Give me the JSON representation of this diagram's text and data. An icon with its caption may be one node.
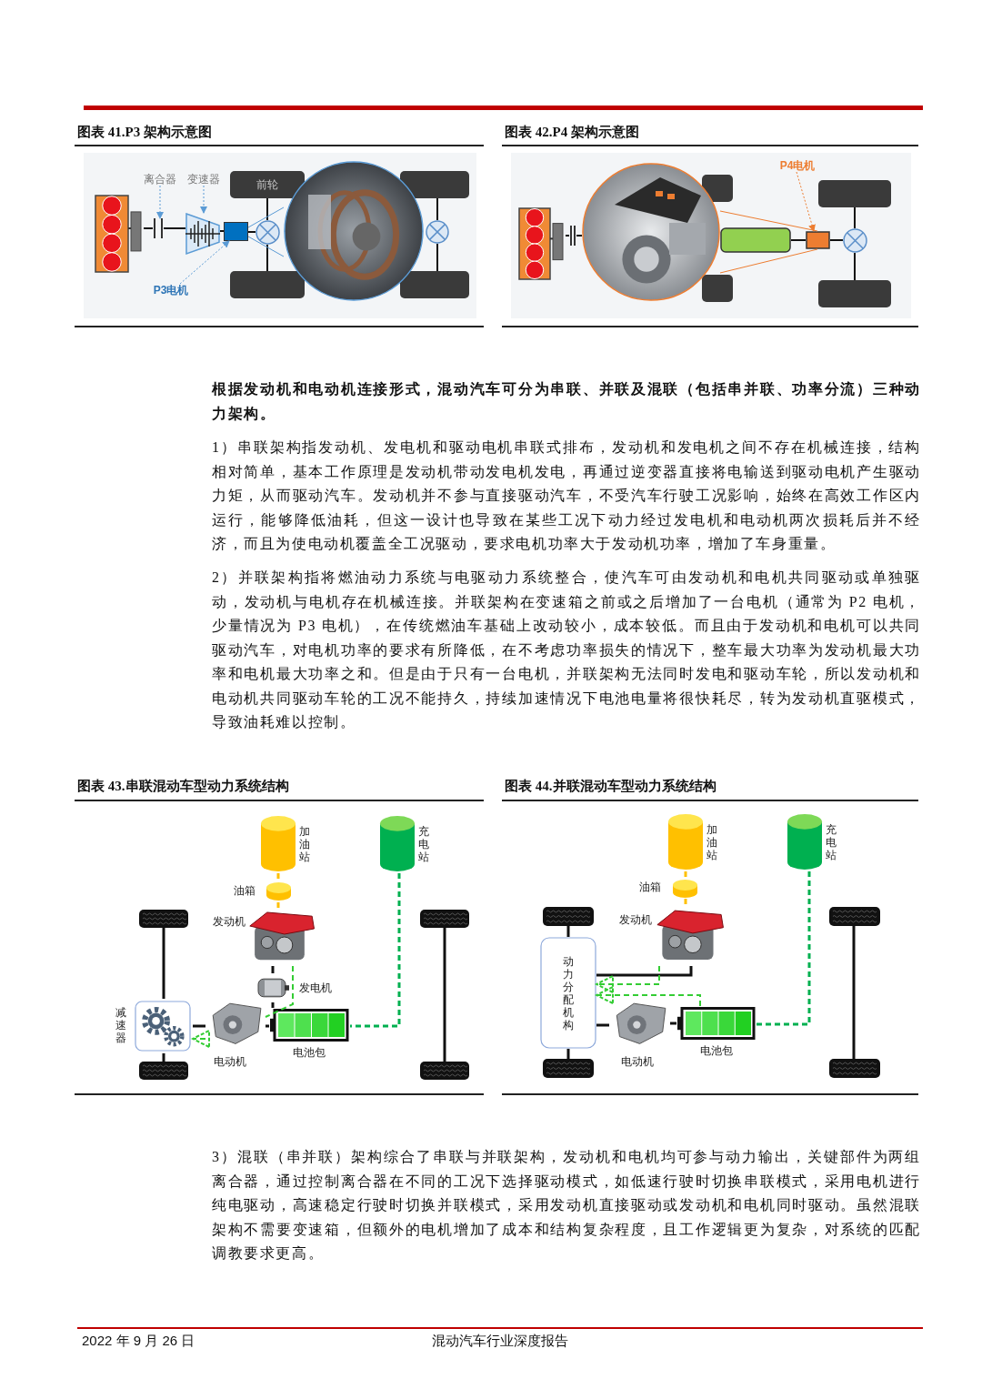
{
  "diagram": {
    "nodes": [
      {
        "text": [],
        "shape": "box"
      },
      {
        "text": [],
        "shape": "bar"
      },
      {
        "text": [],
        "shape": "box"
      },
      {
        "text": [],
        "shape": "box"
      },
      {
        "text": [],
        "shape": "circle"
      },
      {
        "text": [
          "前轮"
        ]
      },
      {
        "text": [],
        "shape": "box"
      },
      {
        "text": [],
        "shape": "picture"
      },
      {
        "text": [],
        "shape": "box"
      },
      {
        "text": [],
        "shape": "box"
      },
      {
        "text": [],
        "shape": "circle"
      },
      {
        "text": [
          "离合器"
        ]
      },
      {
        "text": [
          "变速器"
        ]
      },
      {
        "text": [
          "P3电机"
        ]
      },
      {
        "text": [],
        "shape": "box"
      },
      {
        "text": [],
        "shape": "bar"
      },
      {
        "text": [],
        "shape": "picture"
      },
      {
        "text": [],
        "shape": "box"
      },
      {
        "text": [],
        "shape": "box"
      },
      {
        "text": [],
        "shape": "circle"
      },
      {
        "text": [],
        "shape": "box"
      },
      {
        "text": [],
        "shape": "box"
      },
      {
        "text": [
          "P4电机"
        ]
      },
      {
        "text": [],
        "shape": "box"
      },
      {
        "text": [],
        "shape": "box"
      },
      {
        "text": [
          "加油站"
        ]
      },
      {
        "text": [
          "油箱"
        ]
      },
      {
        "text": [
          "发动机"
        ]
      },
      {
        "text": [
          "发电机"
        ]
      },
      {
        "text": [
          "电动机"
        ]
      },
      {
        "text": [
          "电池包"
        ]
      },
      {
        "text": [
          "减速器"
        ]
      },
      {
        "text": [
          "充电站"
        ]
      },
      {
        "text": [],
        "shape": "wheel"
      },
      {
        "text": [],
        "shape": "wheel"
      },
      {
        "text": [],
        "shape": "wheel"
      },
      {
        "text": [],
        "shape": "wheel"
      },
      {
        "text": [
          "加油站"
        ]
      },
      {
        "text": [
          "油箱"
        ]
      },
      {
        "text": [
          "发动机"
        ]
      },
      {
        "text": [
          "动力分配机构"
        ]
      },
      {
        "text": [
          "电动机"
        ]
      },
      {
        "text": [
          "电池包"
        ]
      },
      {
        "text": [
          "充电站"
        ]
      },
      {
        "text": [],
        "shape": "wheel"
      },
      {
        "text": [],
        "shape": "wheel"
      },
      {
        "text": [],
        "shape": "wheel"
      },
      {
        "text": [],
        "shape": "wheel"
      }
    ],
    "edges": [
      {
        "from": 0,
        "to": 1,
        "arrow": "none"
      },
      {
        "from": 1,
        "to": 2,
        "arrow": "none"
      },
      {
        "from": 2,
        "to": 3,
        "arrow": "none"
      },
      {
        "from": 3,
        "to": 4,
        "arrow": "none"
      },
      {
        "from": 4,
        "to": 5,
        "arrow": "none"
      },
      {
        "from": 4,
        "to": 6,
        "arrow": "none"
      },
      {
        "from": 8,
        "to": 10,
        "arrow": "none"
      },
      {
        "from": 10,
        "to": 9,
        "arrow": "none"
      },
      {
        "from": 3,
        "to": 7,
        "arrow": "none",
        "color": "#5b9bd5"
      },
      {
        "from": 11,
        "to": 1,
        "arrow": "to",
        "style": "dashed",
        "color": "#5b9bd5"
      },
      {
        "from": 12,
        "to": 2,
        "arrow": "to",
        "style": "dashed",
        "color": "#5b9bd5"
      },
      {
        "from": 13,
        "to": 3,
        "arrow": "to",
        "style": "dashed",
        "color": "#5b9bd5"
      },
      {
        "from": 14,
        "to": 15,
        "arrow": "none"
      },
      {
        "from": 15,
        "to": 16,
        "arrow": "none"
      },
      {
        "from": 17,
        "to": 18,
        "arrow": "none"
      },
      {
        "from": 18,
        "to": 19,
        "arrow": "none"
      },
      {
        "from": 19,
        "to": 20,
        "arrow": "none"
      },
      {
        "from": 19,
        "to": 21,
        "arrow": "none"
      },
      {
        "from": 18,
        "to": 16,
        "arrow": "none",
        "color": "#ed7d31"
      },
      {
        "from": 22,
        "to": 18,
        "arrow": "to",
        "style": "dashed",
        "color": "#ed7d31"
      },
      {
        "from": 25,
        "to": 26,
        "arrow": "none",
        "style": "dashed",
        "color": "#ffc000"
      },
      {
        "from": 26,
        "to": 27,
        "arrow": "none",
        "style": "dashed",
        "color": "#ffc000"
      },
      {
        "from": 27,
        "to": 28,
        "arrow": "none"
      },
      {
        "from": 28,
        "to": 30,
        "arrow": "none"
      },
      {
        "from": 30,
        "to": 29,
        "arrow": "none"
      },
      {
        "from": 29,
        "to": 31,
        "arrow": "none"
      },
      {
        "from": 33,
        "to": 31,
        "arrow": "none"
      },
      {
        "from": 31,
        "to": 34,
        "arrow": "none"
      },
      {
        "from": 35,
        "to": 36,
        "arrow": "none"
      },
      {
        "from": 32,
        "to": 30,
        "arrow": "none",
        "style": "dashed",
        "color": "#00b050"
      },
      {
        "from": 27,
        "to": 29,
        "arrow": "none",
        "style": "dashed",
        "color": "#33cc33"
      },
      {
        "from": 29,
        "to": 31,
        "arrow": "to",
        "style": "dashed",
        "color": "#33cc33"
      },
      {
        "from": 37,
        "to": 38,
        "arrow": "none",
        "style": "dashed",
        "color": "#ffc000"
      },
      {
        "from": 38,
        "to": 39,
        "arrow": "none",
        "style": "dashed",
        "color": "#ffc000"
      },
      {
        "from": 39,
        "to": 40,
        "arrow": "none"
      },
      {
        "from": 41,
        "to": 40,
        "arrow": "none"
      },
      {
        "from": 42,
        "to": 41,
        "arrow": "none"
      },
      {
        "from": 44,
        "to": 40,
        "arrow": "none"
      },
      {
        "from": 40,
        "to": 45,
        "arrow": "none"
      },
      {
        "from": 46,
        "to": 47,
        "arrow": "none"
      },
      {
        "from": 43,
        "to": 42,
        "arrow": "none",
        "style": "dashed",
        "color": "#00b050"
      },
      {
        "from": 39,
        "to": 40,
        "arrow": "to",
        "style": "dashed",
        "color": "#33cc33"
      },
      {
        "from": 42,
        "to": 40,
        "arrow": "to",
        "style": "dashed",
        "color": "#33cc33"
      },
      {
        "from": 3,
        "to": 7,
        "arrow": "none",
        "color": "#5b9bd5"
      },
      {
        "from": 18,
        "to": 16,
        "arrow": "none",
        "color": "#ed7d31"
      }
    ],
    "labels": [
      "图表 41.P3 架构示意图",
      "图表 42.P4 架构示意图",
      "根据发动机和电动机连接形式，混动汽车可分为串联、并联及混联（包括串并联、功率分流）三种动力架构。",
      "1）串联架构指发动机、发电机和驱动电机串联式排布，发动机和发电机之间不存在机械连接，结构相对简单，基本工作原理是发动机带动发电机发电，再通过逆变器直接将电输送到驱动电机产生驱动力矩，从而驱动汽车。发动机并不参与直接驱动汽车，不受汽车行驶工况影响，始终在高效工作区内运行，能够降低油耗，但这一设计也导致在某些工况下动力经过发电机和电动机两次损耗后并不经济，而且为使电动机覆盖全工况驱动，要求电机功率大于发动机功率，增加了车身重量。",
      "2）并联架构指将燃油动力系统与电驱动力系统整合，使汽车可由发动机和电机共同驱动或单独驱动，发动机与电机存在机械连接。并联架构在变速箱之前或之后增加了一台电机（通常为 P2 电机，少量情况为 P3 电机），在传统燃油车基础上改动较小，成本较低。而且由于发动机和电机可以共同驱动汽车，对电机功率的要求有所降低，在不考虑功率损失的情况下，整车最大功率为发动机最大功率和电机最大功率之和。但是由于只有一台电机，并联架构无法同时发电和驱动车轮，所以发动机和电动机共同驱动车轮的工况不能持久，持续加速情况下电池电量将很快耗尽，转为发动机直驱模式，导致油耗难以控制。",
      "图表 43.串联混动车型动力系统结构",
      "图表 44.并联混动车型动力系统结构",
      "3）混联（串并联）架构综合了串联与并联架构，发动机和电机均可参与动力输出，关键部件为两组离合器，通过控制离合器在不同的工况下选择驱动模式，如低速行驶时切换串联模式，采用电机进行纯电驱动，高速稳定行驶时切换并联模式，采用发动机直接驱动或发动机和电机同时驱动。虽然混联架构不需要变速箱，但额外的电机增加了成本和结构复杂程度，且工作逻辑更为复杂，对系统的匹配调教要求更高。",
      "2022 年 9 月 26 日",
      "混动汽车行业深度报告"
    ]
  }
}
